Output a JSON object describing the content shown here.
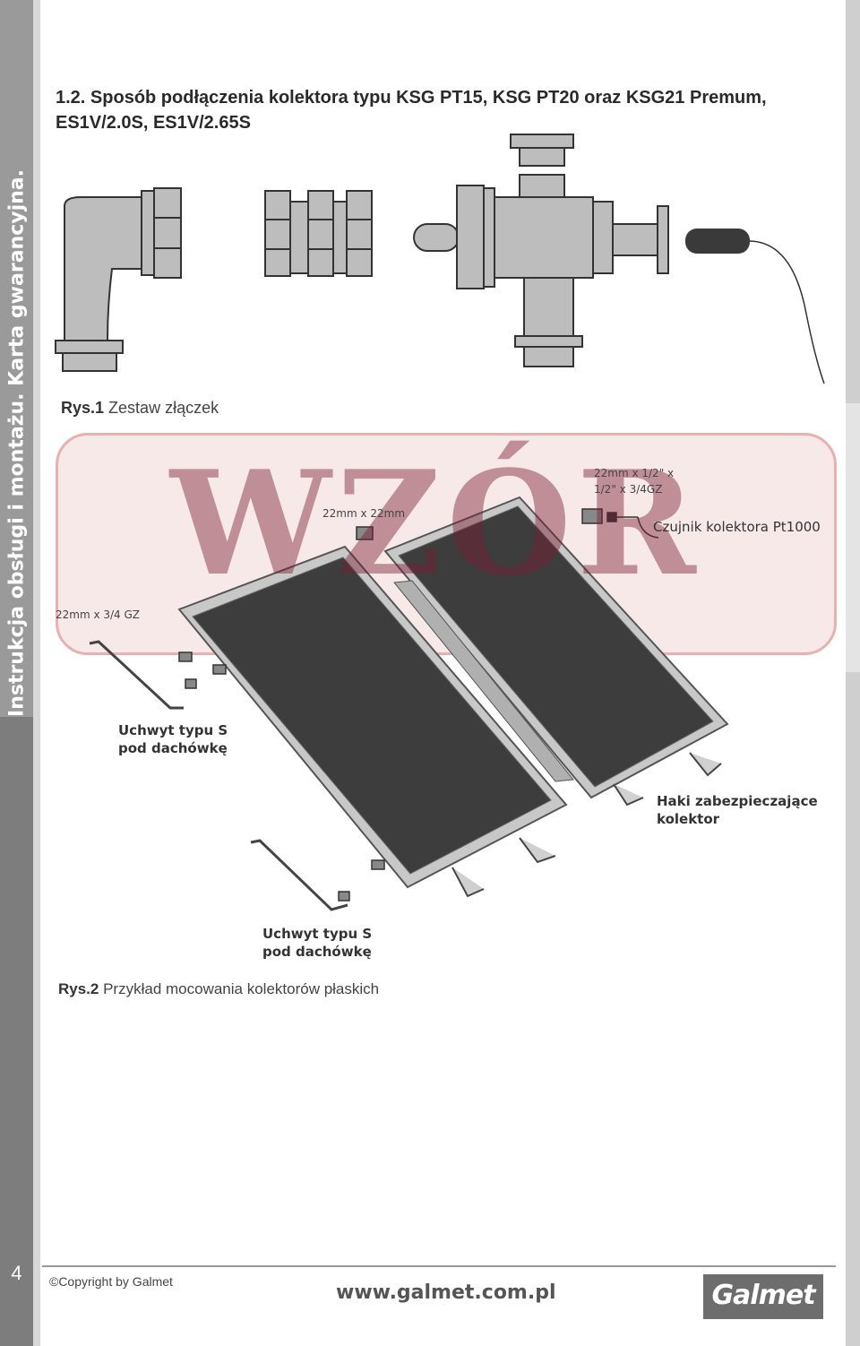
{
  "sidebar": {
    "title": "Instrukcja obsługi i montażu. Karta gwarancyjna.",
    "page_number": "4"
  },
  "section": {
    "title": "1.2. Sposób podłączenia kolektora typu KSG PT15, KSG PT20 oraz KSG21 Premum, ES1V/2.0S, ES1V/2.65S"
  },
  "figure1": {
    "caption_prefix": "Rys.1",
    "caption_text": " Zestaw złączek"
  },
  "figure2": {
    "caption_prefix": "Rys.2",
    "caption_text": " Przykład mocowania kolektorów płaskich",
    "labels": {
      "fitting_22x22": "22mm x 22mm",
      "fitting_tee_line1": "22mm x 1/2\" x",
      "fitting_tee_line2": "1/2\" x 3/4GZ",
      "sensor": "Czujnik kolektora Pt1000",
      "fitting_gz": "22mm x 3/4 GZ",
      "bracket_top_line1": "Uchwyt typu S",
      "bracket_top_line2": "pod dachówkę",
      "hooks_line1": "Haki zabezpieczające",
      "hooks_line2": "kolektor",
      "bracket_bottom_line1": "Uchwyt typu S",
      "bracket_bottom_line2": "pod dachówkę"
    }
  },
  "watermark": {
    "text": "WZÓR"
  },
  "footer": {
    "copyright": "©Copyright by Galmet",
    "url": "www.galmet.com.pl",
    "logo": "Galmet"
  },
  "colors": {
    "sidebar": "#7d7d7d",
    "watermark": "#7a1e32",
    "panel": "#3d3d3d",
    "frame": "#c8c8c8"
  },
  "icons": [
    "elbow-fitting-icon",
    "union-fitting-icon",
    "tee-fitting-icon",
    "temperature-sensor-icon",
    "solar-collector-icon",
    "roof-bracket-icon"
  ]
}
